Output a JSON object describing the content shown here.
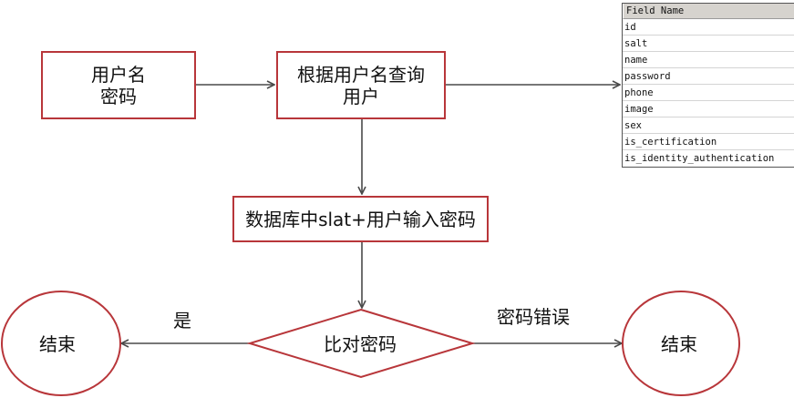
{
  "nodes": {
    "username_box": "用户名\n密码",
    "query_box": "根据用户名查询\n用户",
    "compose_box": "数据库中slat+用户输入密码",
    "compare_diamond": "比对密码",
    "end_left": "结束",
    "end_right": "结束"
  },
  "edges": {
    "yes_label": "是",
    "wrong_password_label": "密码错误"
  },
  "field_table": {
    "header": "Field Name",
    "rows": [
      "id",
      "salt",
      "name",
      "password",
      "phone",
      "image",
      "sex",
      "is_certification",
      "is_identity_authentication"
    ]
  },
  "colors": {
    "shape_stroke": "#b8363a",
    "arrow": "#4a4a4a",
    "table_header_bg": "#d6d3ce"
  }
}
